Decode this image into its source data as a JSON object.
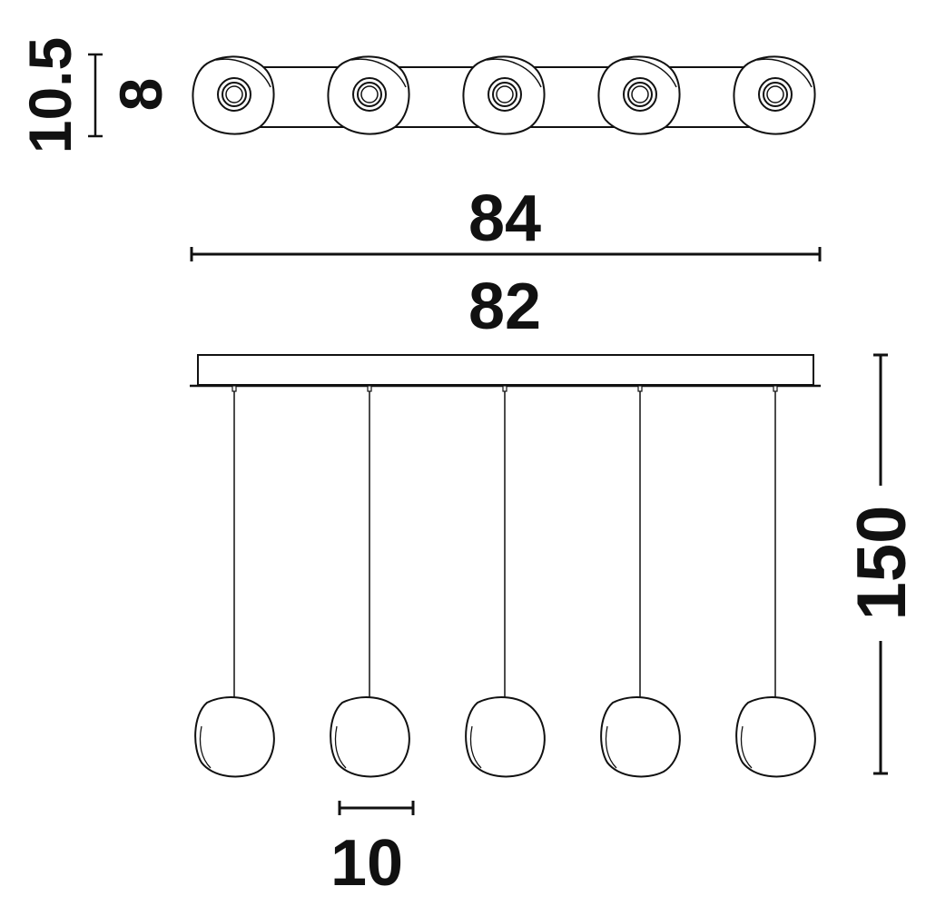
{
  "dimensions": {
    "top_view_height_outer": "10.5",
    "top_view_height_inner": "8",
    "overall_length": "84",
    "canopy_length": "82",
    "total_height": "150",
    "shade_diameter": "10"
  },
  "pendant_count": 5,
  "colors": {
    "line": "#111111",
    "background": "#ffffff"
  }
}
